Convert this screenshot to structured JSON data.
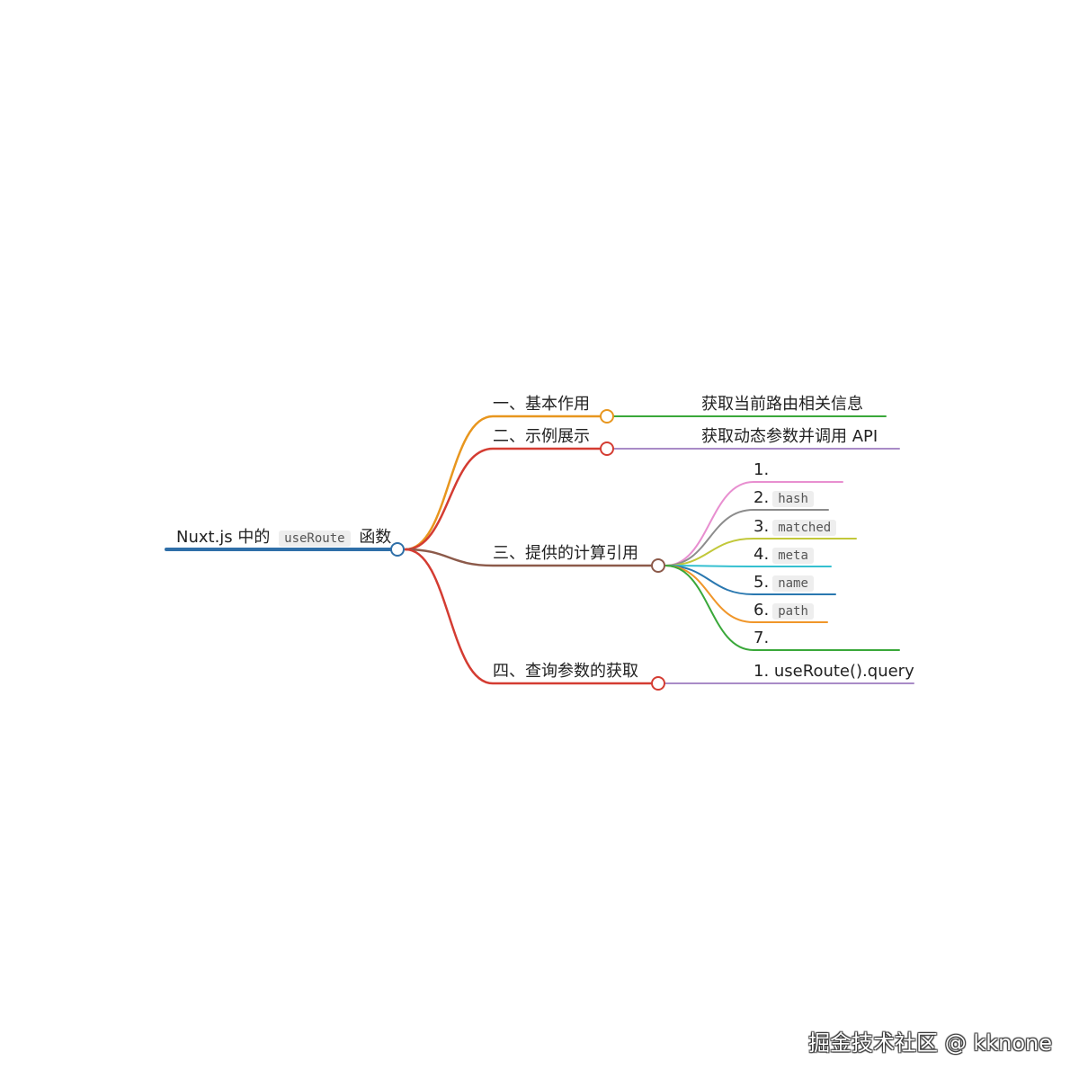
{
  "root": {
    "text_before": "Nuxt.js 中的",
    "code": "useRoute",
    "text_after": "函数",
    "color": "#2f6fa8"
  },
  "branches": [
    {
      "label": "一、基本作用",
      "color": "#e8961e",
      "children": [
        {
          "prefix": "",
          "code": "",
          "text": "获取当前路由相关信息",
          "color": "#3aa83a"
        }
      ]
    },
    {
      "label": "二、示例展示",
      "color": "#d43c32",
      "children": [
        {
          "prefix": "",
          "code": "",
          "text": "获取动态参数并调用 API",
          "color": "#a98bc7"
        }
      ]
    },
    {
      "label": "三、提供的计算引用",
      "color": "#8c5a4a",
      "children": [
        {
          "prefix": "1.",
          "code": "",
          "text": "",
          "color": "#e88fd0"
        },
        {
          "prefix": "2.",
          "code": "hash",
          "text": "",
          "color": "#8c8c8c"
        },
        {
          "prefix": "3.",
          "code": "matched",
          "text": "",
          "color": "#c2c83a"
        },
        {
          "prefix": "4.",
          "code": "meta",
          "text": "",
          "color": "#35c0d0"
        },
        {
          "prefix": "5.",
          "code": "name",
          "text": "",
          "color": "#2a78b0"
        },
        {
          "prefix": "6.",
          "code": "path",
          "text": "",
          "color": "#f0962a"
        },
        {
          "prefix": "7.",
          "code": "",
          "text": "",
          "color": "#3aa83a"
        }
      ]
    },
    {
      "label": "四、查询参数的获取",
      "color": "#d43c32",
      "children": [
        {
          "prefix": "",
          "code": "",
          "text": "1. useRoute().query",
          "color": "#a98bc7"
        }
      ]
    }
  ],
  "watermark": "掘金技术社区 @ kknone"
}
